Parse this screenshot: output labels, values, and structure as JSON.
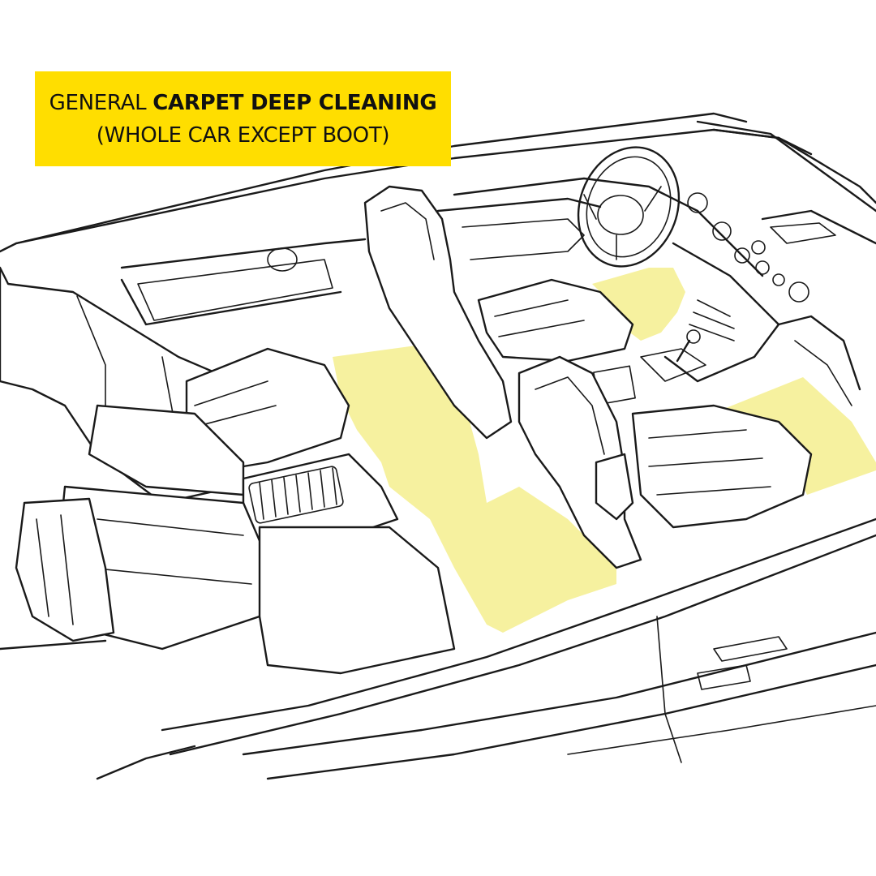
{
  "title": {
    "line1_normal": "GENERAL",
    "line1_bold": "CARPET DEEP CLEANING",
    "line2": "(WHOLE CAR EXCEPT BOOT)"
  },
  "colors": {
    "banner_background": "#FFDE00",
    "carpet_highlight": "#F4EE8E",
    "outline": "#1a1a1a"
  }
}
